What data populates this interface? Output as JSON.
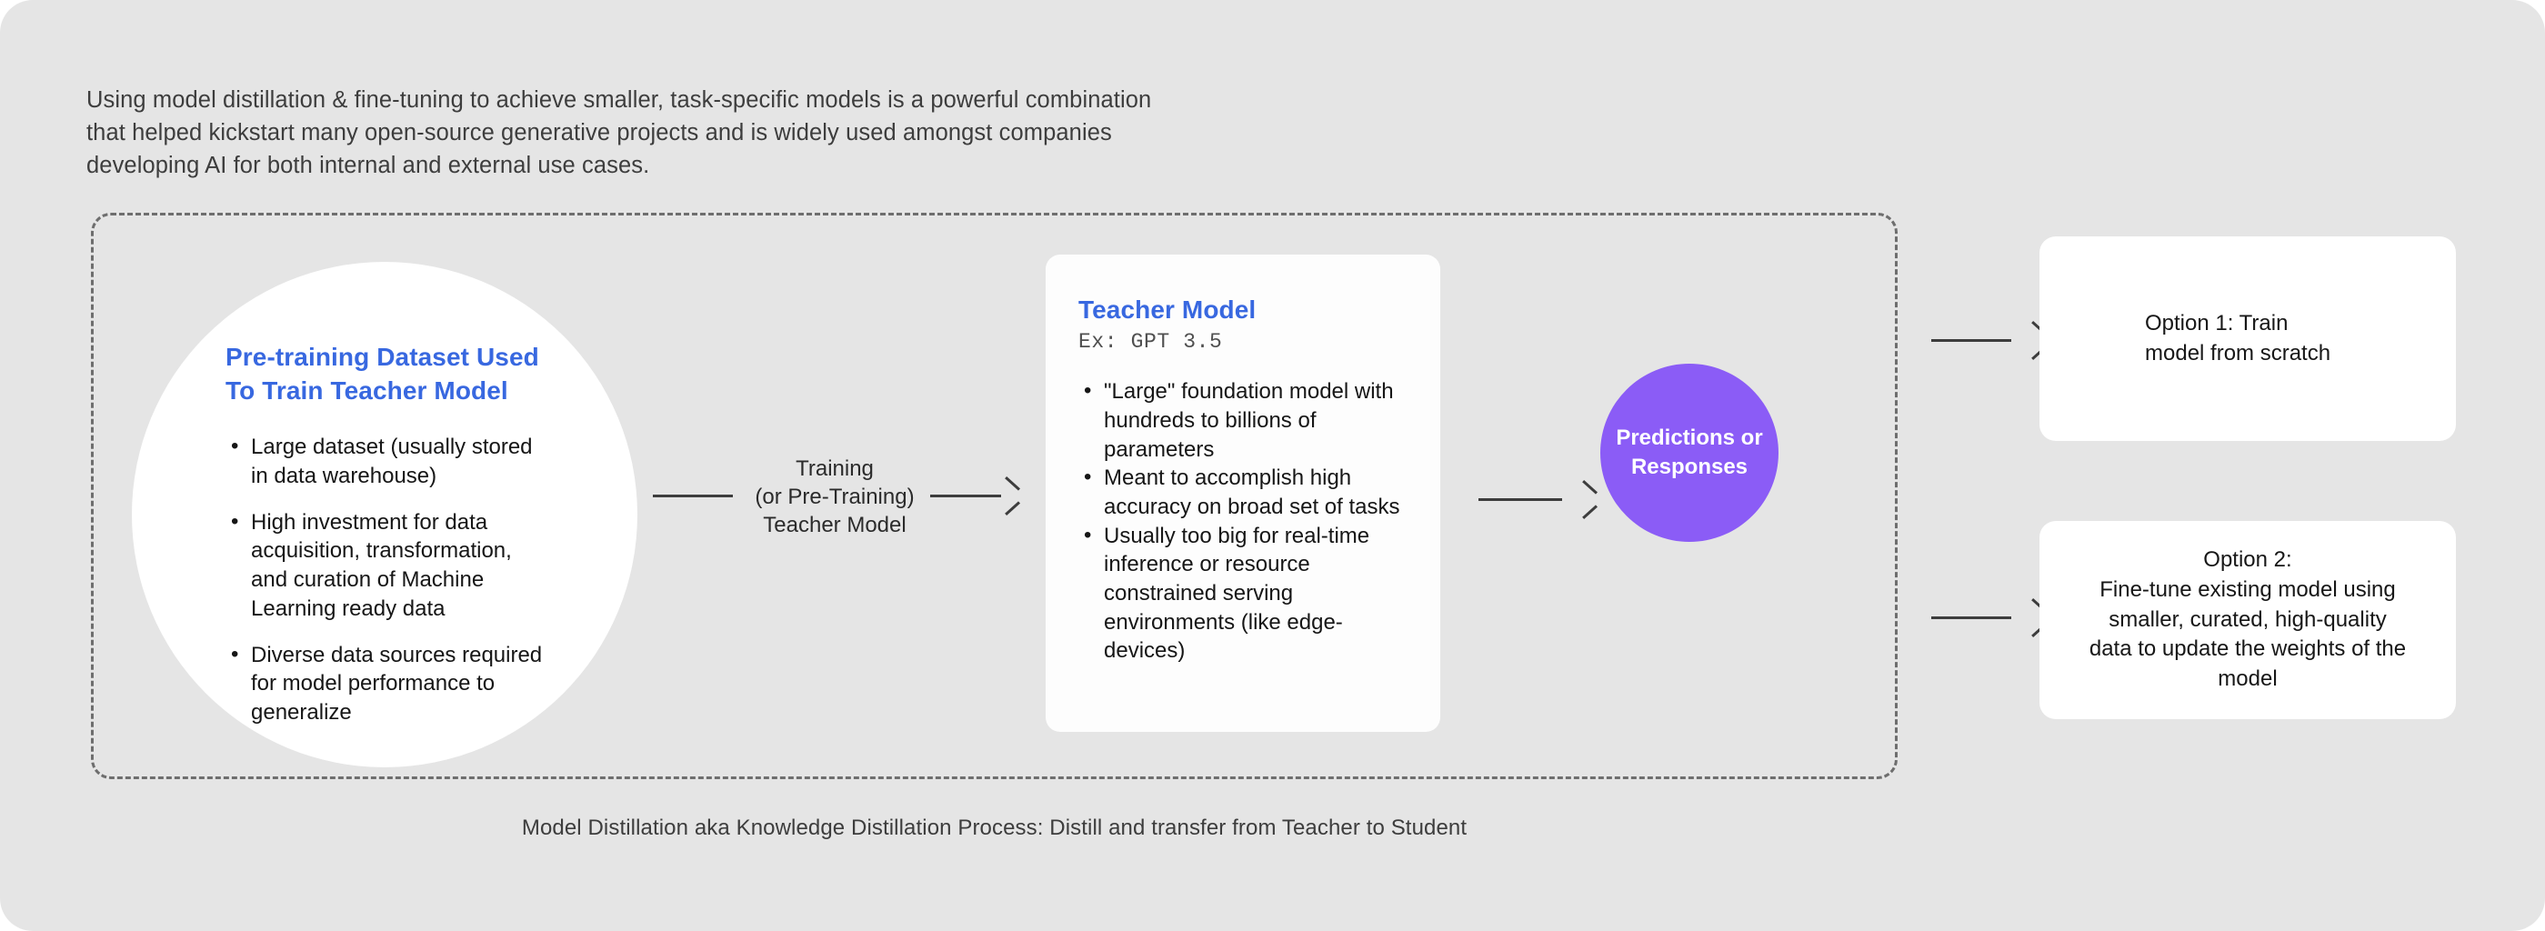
{
  "canvas": {
    "background_color": "#e5e5e5",
    "accent_blue": "#3868e0",
    "accent_purple": "#8b5cf6",
    "text_color": "#161616",
    "dashed_border_color": "#6e6e6e"
  },
  "intro": {
    "paragraph": "Using model distillation & fine-tuning to achieve smaller, task-specific models is a powerful combination\nthat helped kickstart many open-source generative projects  and is widely used amongst companies\ndeveloping AI for  both internal and external use cases."
  },
  "dataset_circle": {
    "title": "Pre-training Dataset Used\nTo Train Teacher Model",
    "bullets": [
      "Large dataset (usually stored in data warehouse)",
      "High investment for data acquisition, transformation, and curation of Machine Learning ready data",
      "Diverse data sources required for model performance to generalize"
    ]
  },
  "training_arrow": {
    "label": "Training\n(or Pre-Training)\nTeacher Model"
  },
  "teacher_card": {
    "title": "Teacher Model",
    "subtitle": "Ex: GPT 3.5",
    "bullets": [
      "\"Large\" foundation model with hundreds to billions of parameters",
      "Meant to accomplish high accuracy on broad set of tasks",
      "Usually too big for real-time inference or resource constrained serving environments (like edge-devices)"
    ]
  },
  "predictions_circle": {
    "label": "Predictions or\nResponses"
  },
  "options": [
    {
      "text": "Option 1: Train\nmodel from scratch"
    },
    {
      "text": "Option 2:\nFine-tune existing model using\nsmaller, curated, high-quality\ndata to update the weights of the\nmodel"
    }
  ],
  "caption": {
    "text": "Model Distillation aka Knowledge Distillation Process: Distill and transfer from Teacher to Student"
  }
}
